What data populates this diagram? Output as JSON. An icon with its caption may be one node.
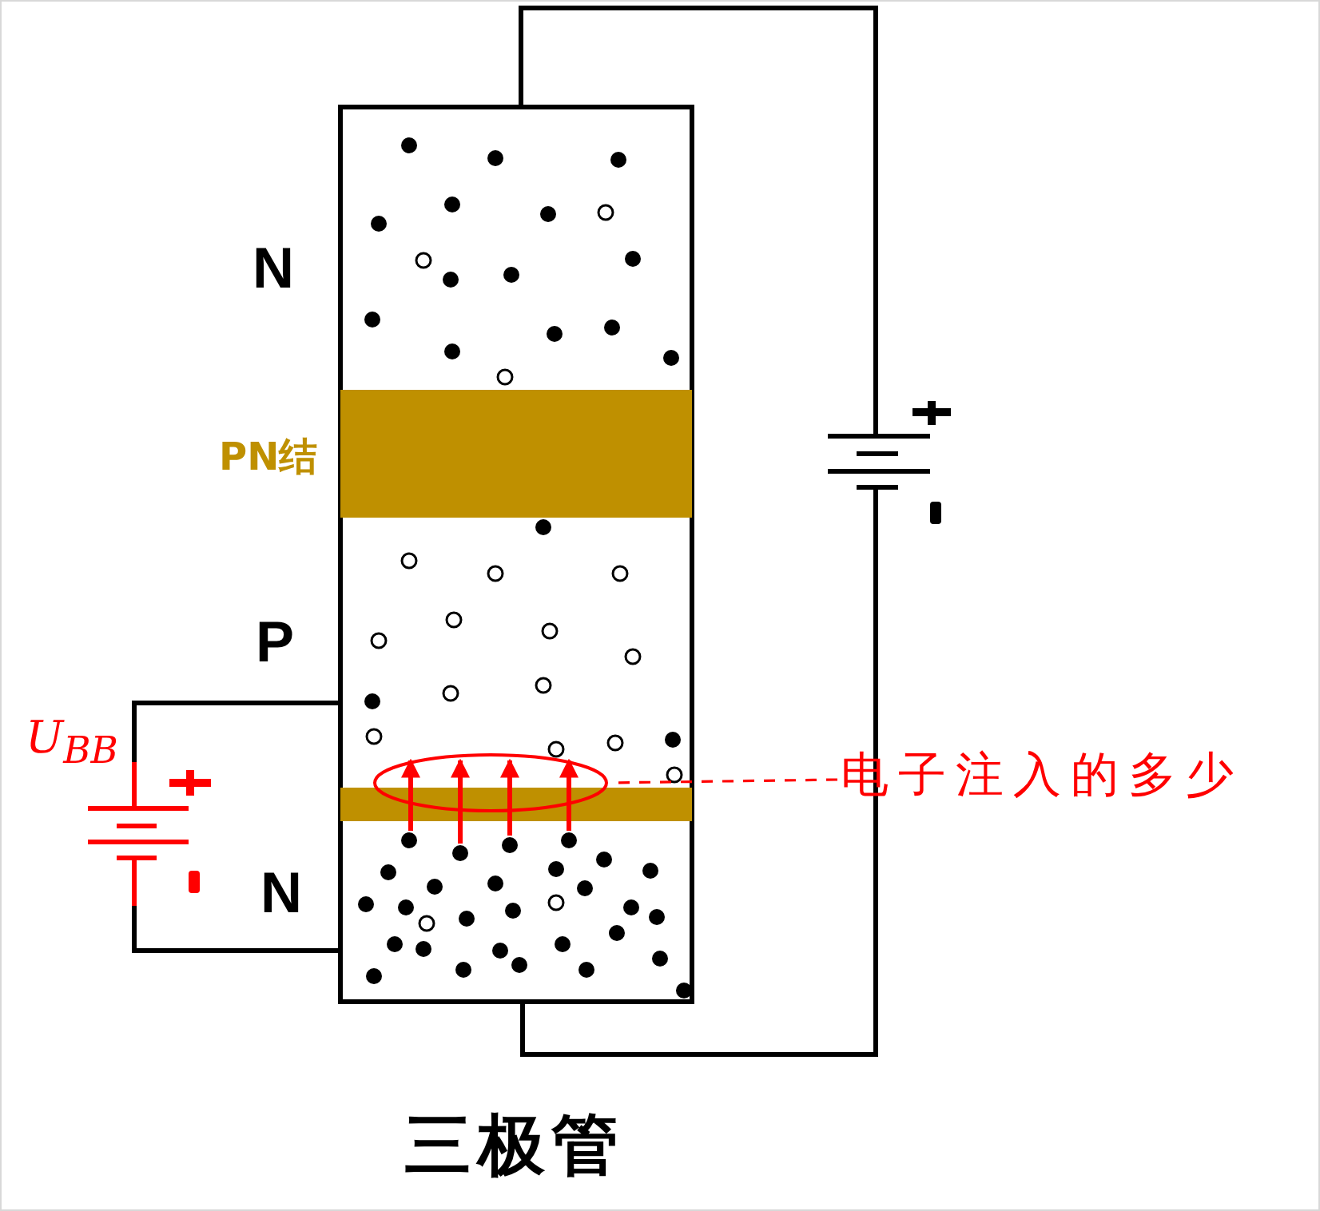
{
  "diagram": {
    "caption": "三极管",
    "nodes": [
      {
        "text": [
          "电子注入的多少"
        ]
      },
      {
        "text": [],
        "shape": "ellipse"
      }
    ],
    "edges": [
      {
        "from": 0,
        "to": 1,
        "arrow": "none",
        "style": "dashed",
        "color": "#ff0000"
      }
    ],
    "labels": [
      "N",
      "PN结",
      "P",
      "U$_{BB}$",
      "N"
    ]
  }
}
